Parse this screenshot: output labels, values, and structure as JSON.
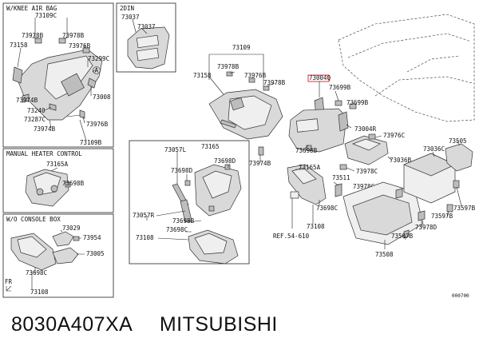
{
  "sections": {
    "knee_airbag": "W/KNEE AIR BAG",
    "two_din": "2DIN",
    "manual_heater": "MANUAL HEATER CONTROL",
    "console_box": "W/O CONSOLE BOX"
  },
  "labels": {
    "l_73109C": "73109C",
    "l_73978B_a": "73978B",
    "l_73978B_b": "73978B",
    "l_73158_a": "73158",
    "l_73976B_a": "73976B",
    "l_73299C": "73299C",
    "l_A": "A",
    "l_73974B_a": "73974B",
    "l_73008": "73008",
    "l_73240": "73240",
    "l_73287C": "73287C",
    "l_73976B_b": "73976B",
    "l_73974B_b": "73974B",
    "l_73109B": "73109B",
    "l_73037_a": "73037",
    "l_73037_b": "73037",
    "l_73109": "73109",
    "l_73978B_c": "73978B",
    "l_73158_b": "73158",
    "l_73976B_c": "73976B",
    "l_73978B_d": "73978B",
    "l_73974B_c": "73974B",
    "l_73004Q": "73004Q",
    "l_73699B_a": "73699B",
    "l_73699B_b": "73699B",
    "l_73004R": "73004R",
    "l_73976C": "73976C",
    "l_73698B_a": "73698B",
    "l_73036B": "73036B",
    "l_73978C_a": "73978C",
    "l_73165A_a": "73165A",
    "l_73511": "73511",
    "l_73978C_b": "73978C",
    "l_73698C_a": "73698C",
    "l_73108_a": "73108",
    "l_REF": "REF.54-610",
    "l_73505": "73505",
    "l_73036C": "73036C",
    "l_73597B_a": "73597B",
    "l_73597B_b": "73597B",
    "l_73978D": "73978D",
    "l_73507B": "73507B",
    "l_73508": "73508",
    "l_73057L": "73057L",
    "l_73165": "73165",
    "l_73698D": "73698D",
    "l_73698D_b": "73698D",
    "l_73057R": "73057R",
    "l_73698B_b": "73698B",
    "l_73108_b": "73108",
    "l_73698C_b": "73698C",
    "l_73165A_b": "73165A",
    "l_73698B_c": "73698B",
    "l_73029": "73029",
    "l_73954": "73954",
    "l_73005": "73005",
    "l_73698C_c": "73698C",
    "l_73108_c": "73108",
    "l_FR": "FR",
    "l_code": "000700"
  },
  "caption": {
    "part_number": "8030A407XA",
    "brand": "MITSUBISHI"
  },
  "colors": {
    "highlight": "#e02020"
  }
}
